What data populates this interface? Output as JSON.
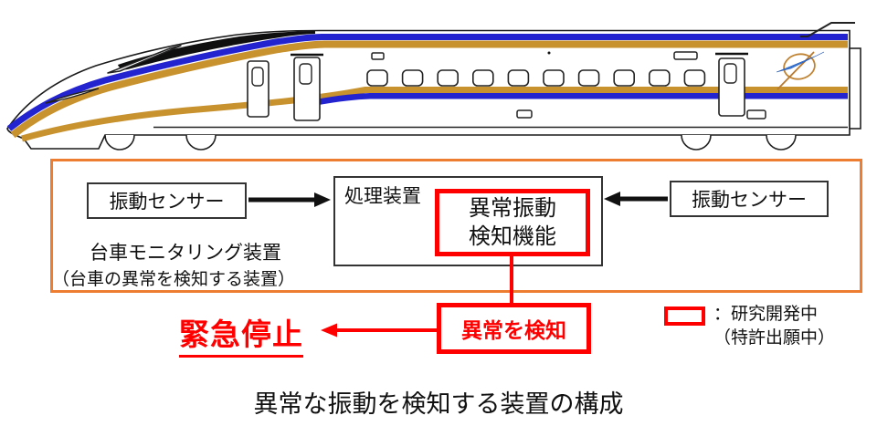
{
  "colors": {
    "train_blue": "#2323CF",
    "train_gold": "#C8922E",
    "frame_orange": "#ED7D31",
    "accent_red": "#FF0000"
  },
  "monitor_unit": {
    "left_sensor_label": "振動センサー",
    "right_sensor_label": "振動センサー",
    "processor_label": "処理装置",
    "detector_label_line1": "異常振動",
    "detector_label_line2": "検知機能",
    "unit_name": "台車モニタリング装置",
    "unit_note": "（台車の異常を検知する装置）"
  },
  "flow": {
    "detect_label": "異常を検知",
    "stop_label": "緊急停止"
  },
  "legend": {
    "line1": "：研究開発中",
    "line2": "（特許出願中）"
  },
  "caption": "異常な振動を検知する装置の構成"
}
